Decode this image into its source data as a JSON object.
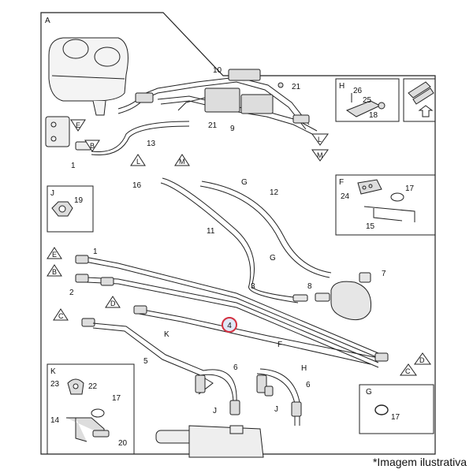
{
  "caption": "*Imagem ilustrativa",
  "sections": {
    "A": "A",
    "H": "H",
    "J": "J",
    "F": "F",
    "K": "K",
    "G": "G"
  },
  "parts": {
    "p1": "1",
    "p2": "2",
    "p3": "3",
    "p4": "4",
    "p5": "5",
    "p6": "6",
    "p7": "7",
    "p8": "8",
    "p9": "9",
    "p10": "10",
    "p11": "11",
    "p12": "12",
    "p13": "13",
    "p14": "14",
    "p15": "15",
    "p16": "16",
    "p17": "17",
    "p18": "18",
    "p19": "19",
    "p20": "20",
    "p21": "21",
    "p22": "22",
    "p23": "23",
    "p24": "24",
    "p25": "25",
    "p26": "26"
  },
  "letters": {
    "E": "E",
    "B": "B",
    "L": "L",
    "M": "M",
    "C": "C",
    "D": "D",
    "G": "G",
    "H": "H",
    "K": "K",
    "F": "F",
    "J": "J"
  },
  "highlight_color": "#d33040"
}
